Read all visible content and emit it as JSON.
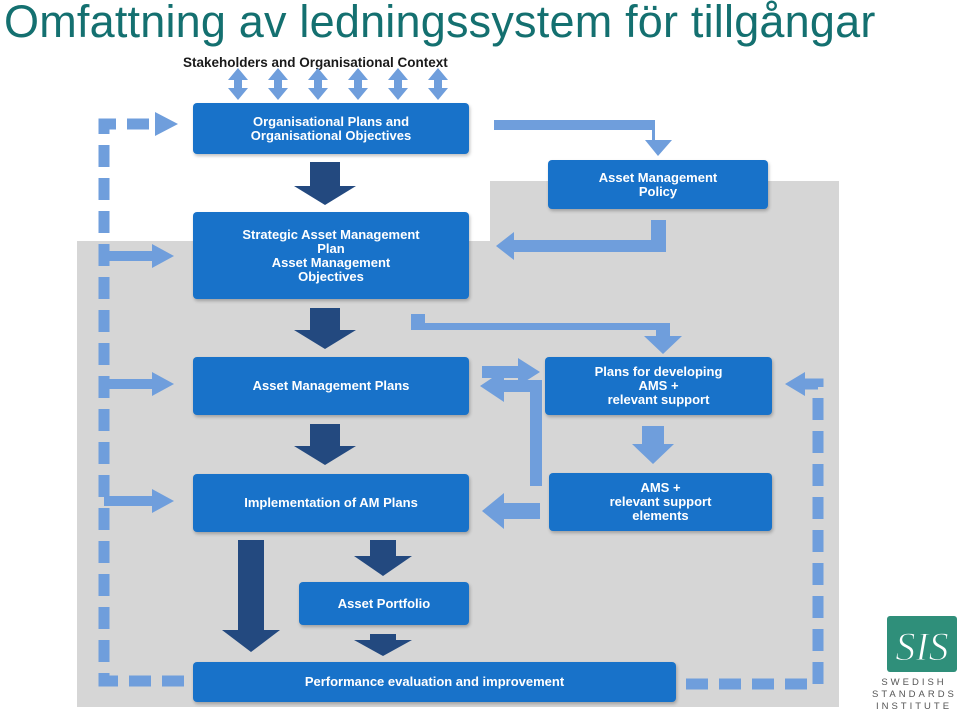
{
  "page": {
    "title": "Omfattning av ledningssystem för tillgångar"
  },
  "diagram": {
    "context_label": "Stakeholders and Organisational Context",
    "boxes": {
      "org_plans": "Organisational Plans and\nOrganisational Objectives",
      "am_policy": "Asset Management\nPolicy",
      "samp": "Strategic Asset Management\nPlan\nAsset Management\nObjectives",
      "am_plans": "Asset Management Plans",
      "plans_developing": "Plans for developing\nAMS +\nrelevant support",
      "implementation": "Implementation of AM Plans",
      "ams_elements": "AMS +\nrelevant support\nelements",
      "asset_portfolio": "Asset Portfolio",
      "performance": "Performance evaluation and improvement"
    },
    "colors": {
      "box": "#1872c9",
      "arrow_dark": "#23497f",
      "arrow_light": "#6f9edc",
      "scope_background": "#d6d6d6",
      "title": "#147070"
    }
  },
  "logo": {
    "mark": "SIS",
    "line1": "SWEDISH",
    "line2": "STANDARDS",
    "line3": "INSTITUTE"
  }
}
